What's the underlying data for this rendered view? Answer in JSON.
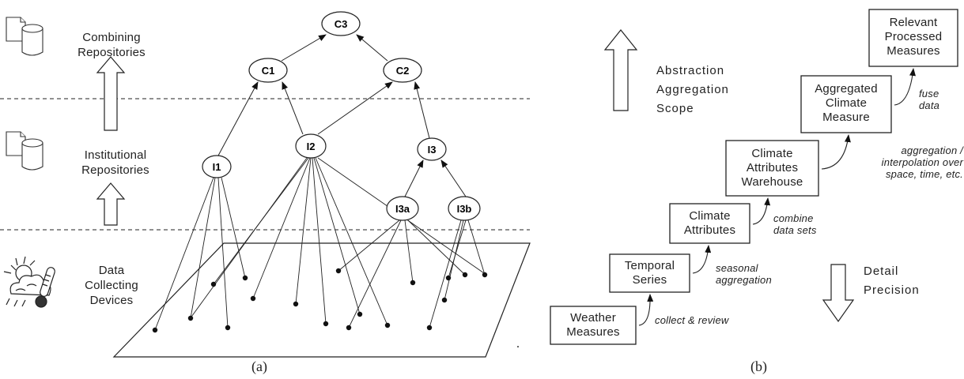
{
  "panel_a": {
    "levels": {
      "combining": "Combining\nRepositories",
      "institutional": "Institutional\nRepositories",
      "devices": "Data\nCollecting\nDevices"
    },
    "nodes": {
      "c3": "C3",
      "c1": "C1",
      "c2": "C2",
      "i1": "I1",
      "i2": "I2",
      "i3": "I3",
      "i3a": "I3a",
      "i3b": "I3b"
    },
    "caption": "(a)"
  },
  "panel_b": {
    "up_terms": "Abstraction\nAggregation\nScope",
    "down_terms": "Detail\nPrecision",
    "boxes": {
      "weather": "Weather\nMeasures",
      "temporal": "Temporal\nSeries",
      "attributes": "Climate\nAttributes",
      "warehouse": "Climate\nAttributes\nWarehouse",
      "aggregated": "Aggregated\nClimate\nMeasure",
      "relevant": "Relevant\nProcessed\nMeasures"
    },
    "steps": {
      "collect": "collect & review",
      "seasonal": "seasonal\naggregation",
      "combine": "combine\ndata sets",
      "interpolation": "aggregation /\ninterpolation over\nspace, time, etc.",
      "fuse": "fuse\ndata"
    },
    "caption": "(b)"
  },
  "separator_dot": "."
}
